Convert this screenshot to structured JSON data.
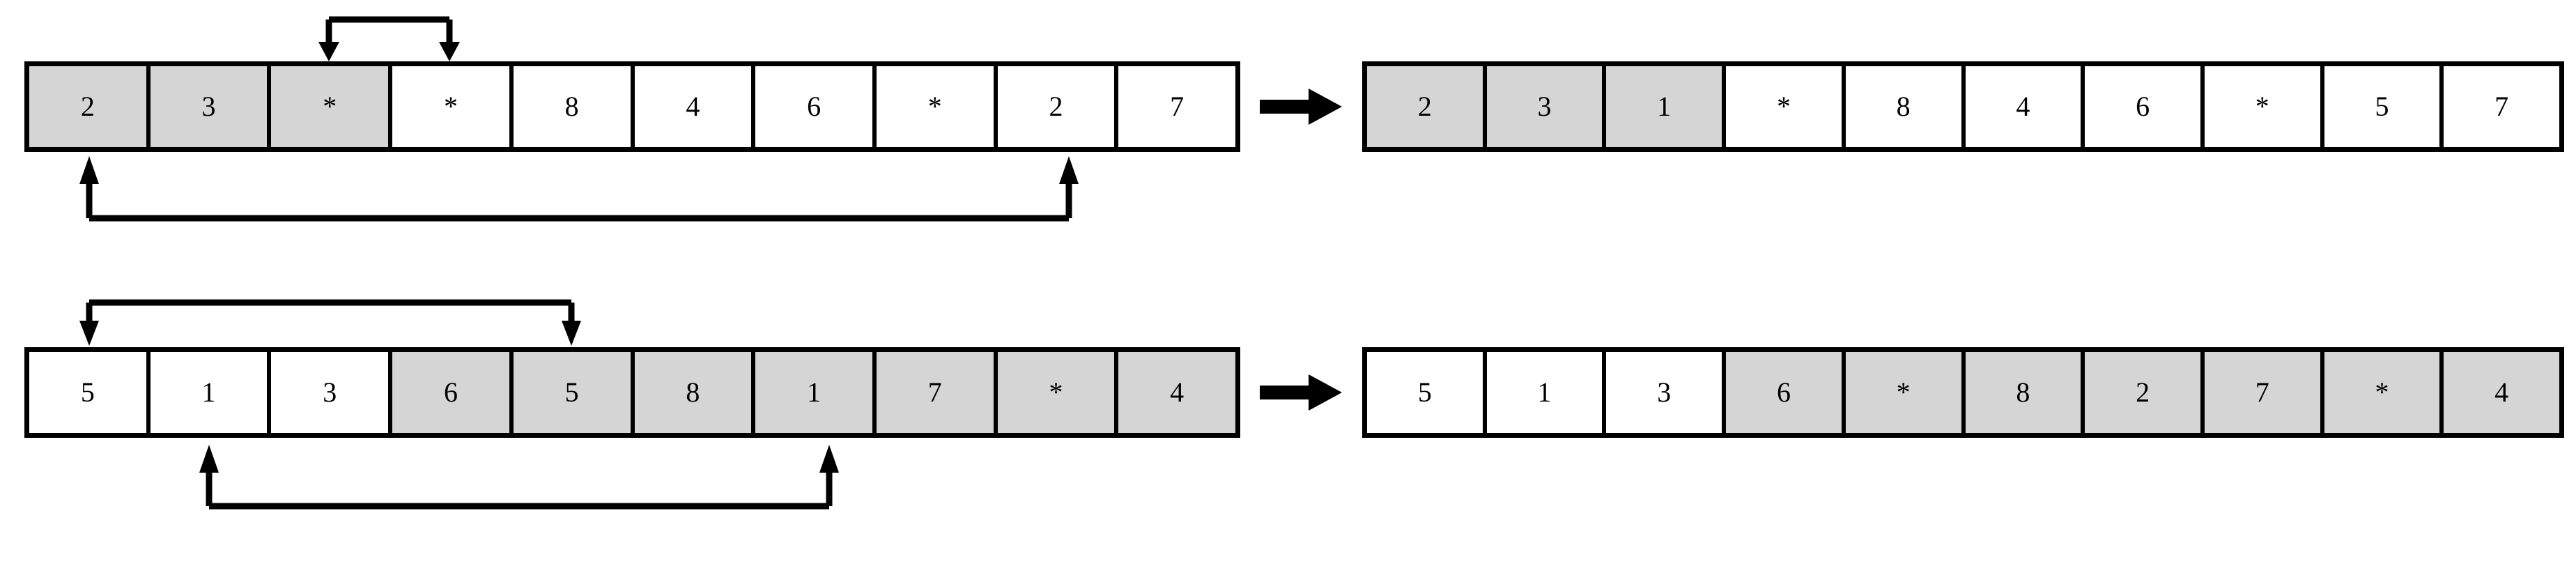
{
  "figure": {
    "title": "Array transformation diagram",
    "rows": 2,
    "colors": {
      "cell_fill_highlight": "#d5d5d5",
      "cell_fill_plain": "#ffffff",
      "stroke": "#000000",
      "background": "#ffffff"
    },
    "wildcard_symbol": "*"
  },
  "rows": [
    {
      "id": "row-1",
      "before": {
        "name": "array-before-row-1",
        "cells": [
          {
            "value": "2",
            "highlighted": true
          },
          {
            "value": "3",
            "highlighted": true
          },
          {
            "value": "*",
            "highlighted": true
          },
          {
            "value": "*",
            "highlighted": false
          },
          {
            "value": "8",
            "highlighted": false
          },
          {
            "value": "4",
            "highlighted": false
          },
          {
            "value": "6",
            "highlighted": false
          },
          {
            "value": "*",
            "highlighted": false
          },
          {
            "value": "2",
            "highlighted": false
          },
          {
            "value": "7",
            "highlighted": false
          }
        ]
      },
      "after": {
        "name": "array-after-row-1",
        "cells": [
          {
            "value": "2",
            "highlighted": true
          },
          {
            "value": "3",
            "highlighted": true
          },
          {
            "value": "1",
            "highlighted": true
          },
          {
            "value": "*",
            "highlighted": false
          },
          {
            "value": "8",
            "highlighted": false
          },
          {
            "value": "4",
            "highlighted": false
          },
          {
            "value": "6",
            "highlighted": false
          },
          {
            "value": "*",
            "highlighted": false
          },
          {
            "value": "5",
            "highlighted": false
          },
          {
            "value": "7",
            "highlighted": false
          }
        ]
      },
      "top_bracket": {
        "from_index": 3,
        "to_index": 4,
        "direction": "down"
      },
      "bottom_bracket": {
        "from_index": 1,
        "to_index": 8,
        "direction": "up"
      }
    },
    {
      "id": "row-2",
      "before": {
        "name": "array-before-row-2",
        "cells": [
          {
            "value": "5",
            "highlighted": false
          },
          {
            "value": "1",
            "highlighted": false
          },
          {
            "value": "3",
            "highlighted": false
          },
          {
            "value": "6",
            "highlighted": true
          },
          {
            "value": "5",
            "highlighted": true
          },
          {
            "value": "8",
            "highlighted": true
          },
          {
            "value": "1",
            "highlighted": true
          },
          {
            "value": "7",
            "highlighted": true
          },
          {
            "value": "*",
            "highlighted": true
          },
          {
            "value": "4",
            "highlighted": true
          }
        ]
      },
      "after": {
        "name": "array-after-row-2",
        "cells": [
          {
            "value": "5",
            "highlighted": false
          },
          {
            "value": "1",
            "highlighted": false
          },
          {
            "value": "3",
            "highlighted": false
          },
          {
            "value": "6",
            "highlighted": true
          },
          {
            "value": "*",
            "highlighted": true
          },
          {
            "value": "8",
            "highlighted": true
          },
          {
            "value": "2",
            "highlighted": true
          },
          {
            "value": "7",
            "highlighted": true
          },
          {
            "value": "*",
            "highlighted": true
          },
          {
            "value": "4",
            "highlighted": true
          }
        ]
      },
      "top_bracket": {
        "from_index": 1,
        "to_index": 5,
        "direction": "down"
      },
      "bottom_bracket": {
        "from_index": 2,
        "to_index": 7,
        "direction": "up"
      }
    }
  ],
  "transition_arrows": [
    {
      "name": "transition-arrow-row-1",
      "label": ""
    },
    {
      "name": "transition-arrow-row-2",
      "label": ""
    }
  ]
}
